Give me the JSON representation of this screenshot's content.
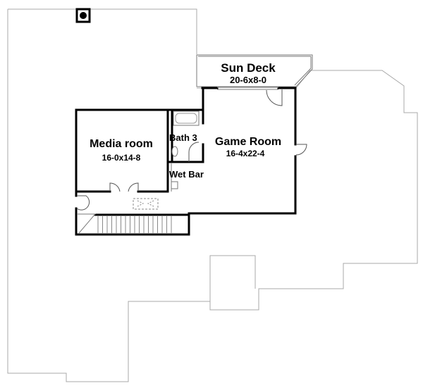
{
  "plan": {
    "title": "Upper floor plan",
    "rooms": [
      {
        "name": "Sun Deck",
        "dimensions": "20-6x8-0"
      },
      {
        "name": "Media room",
        "dimensions": "16-0x14-8"
      },
      {
        "name": "Game Room",
        "dimensions": "16-4x22-4"
      },
      {
        "name": "Bath 3",
        "dimensions": ""
      },
      {
        "name": "Wet Bar",
        "dimensions": ""
      }
    ],
    "symbols": {
      "chimney": "chimney-icon",
      "stairs": "stairs-icon",
      "attic_access": "attic-access-icon"
    },
    "colors": {
      "wall": "#000000",
      "outline": "#a8a8a8",
      "background": "#ffffff"
    }
  }
}
